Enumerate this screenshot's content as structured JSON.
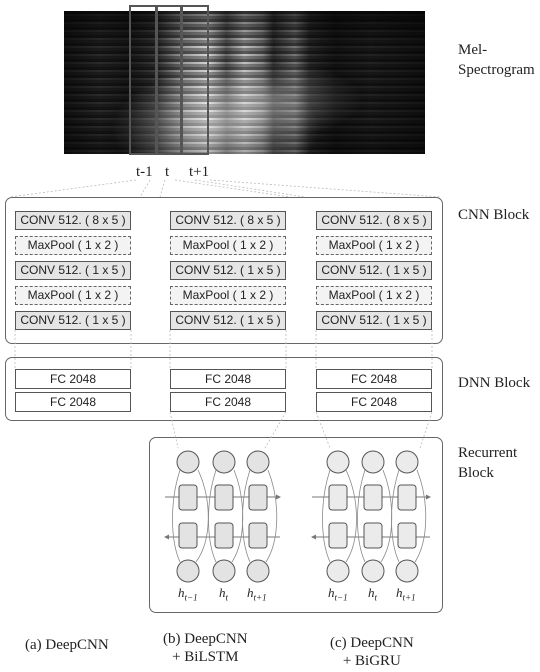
{
  "spectrogram": {
    "label_line1": "Mel-",
    "label_line2": "Spectrogram",
    "frames": [
      "t-1",
      "t",
      "t+1"
    ]
  },
  "blocks": {
    "cnn": "CNN Block",
    "dnn": "DNN Block",
    "recurrent_line1": "Recurrent",
    "recurrent_line2": "Block"
  },
  "cnn_layers": [
    "CONV 512. ( 8 x 5 )",
    "MaxPool ( 1 x 2 )",
    "CONV 512. ( 1 x 5 )",
    "MaxPool ( 1 x 2 )",
    "CONV 512. ( 1 x 5 )"
  ],
  "dnn_layers": [
    "FC 2048",
    "FC 2048"
  ],
  "outputs": [
    "h_{t-1}",
    "h_t",
    "h_{t+1}"
  ],
  "captions": {
    "a": "(a) DeepCNN",
    "b_line1": "(b) DeepCNN",
    "b_line2": "+ BiLSTM",
    "c_line1": "(c) DeepCNN",
    "c_line2": "+ BiGRU"
  },
  "colors": {
    "conv_fill": "#e5e5e5",
    "pool_fill": "#f3f3f3",
    "cell_fill": "#e0e0e0",
    "stroke": "#555555"
  }
}
